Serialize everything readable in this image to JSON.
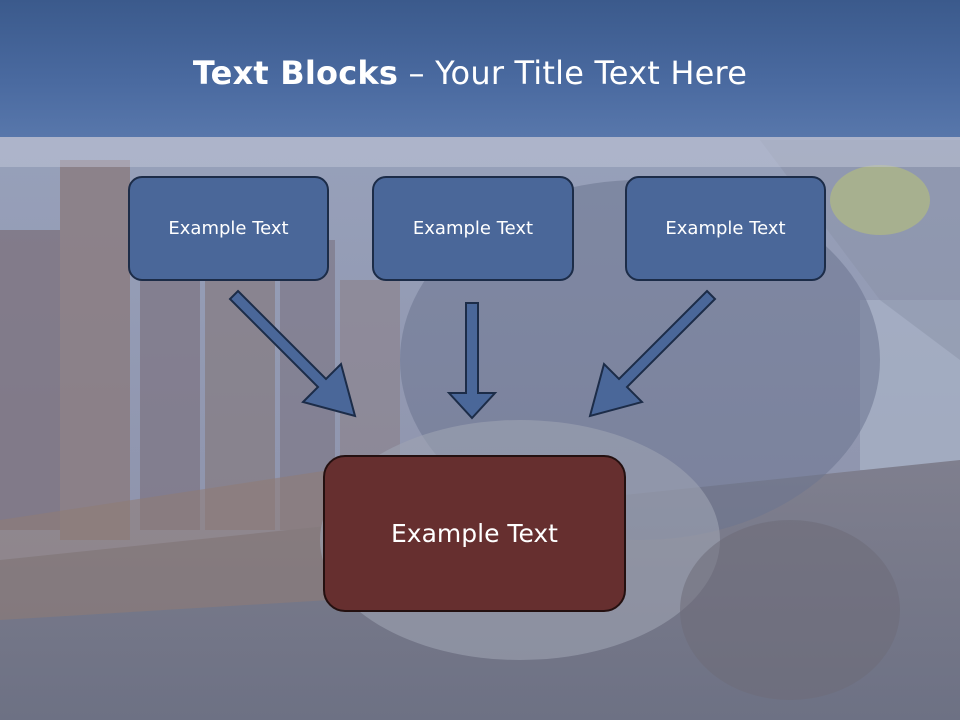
{
  "slide": {
    "title_bold": "Text Blocks",
    "title_dash": " – ",
    "title_rest": "Your Title Text Here"
  },
  "blocks": [
    {
      "label": "Example Text"
    },
    {
      "label": "Example Text"
    },
    {
      "label": "Example Text"
    }
  ],
  "main_block": {
    "label": "Example Text"
  },
  "colors": {
    "title_bar": "#4a6aa0",
    "block_fill": "#4a6799",
    "main_fill": "#662f2f",
    "arrow_fill": "#4a6799"
  }
}
